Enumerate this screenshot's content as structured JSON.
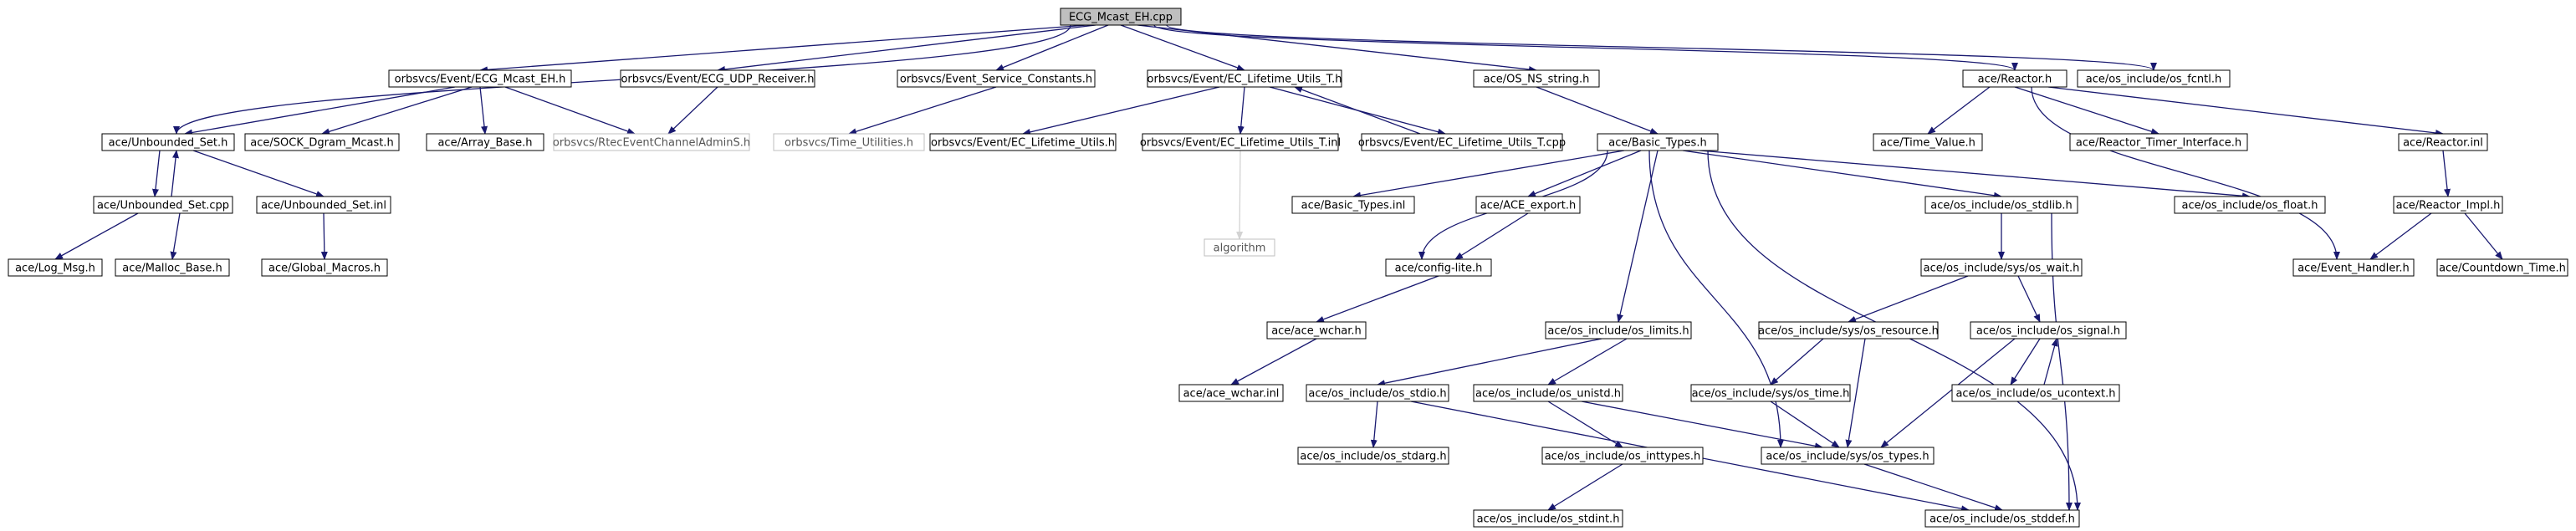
{
  "diagram": {
    "colors": {
      "edge": "#191970",
      "external_edge": "#d3d3d3",
      "root_fill": "#bfbfbf",
      "external_border": "#bfbfbf"
    },
    "nodes": {
      "ecg_mcast_eh_cpp": "ECG_Mcast_EH.cpp",
      "ecg_mcast_eh_h": "orbsvcs/Event/ECG_Mcast_EH.h",
      "ecg_udp_receiver_h": "orbsvcs/Event/ECG_UDP_Receiver.h",
      "event_service_constants_h": "orbsvcs/Event_Service_Constants.h",
      "ec_lifetime_utils_t_h": "orbsvcs/Event/EC_Lifetime_Utils_T.h",
      "os_ns_string_h": "ace/OS_NS_string.h",
      "reactor_h": "ace/Reactor.h",
      "os_fcntl_h": "ace/os_include/os_fcntl.h",
      "unbounded_set_h": "ace/Unbounded_Set.h",
      "sock_dgram_mcast_h": "ace/SOCK_Dgram_Mcast.h",
      "array_base_h": "ace/Array_Base.h",
      "rtec_event_channel_admin_s_h": "orbsvcs/RtecEventChannelAdminS.h",
      "time_utilities_h": "orbsvcs/Time_Utilities.h",
      "ec_lifetime_utils_h": "orbsvcs/Event/EC_Lifetime_Utils.h",
      "ec_lifetime_utils_t_inl": "orbsvcs/Event/EC_Lifetime_Utils_T.inl",
      "ec_lifetime_utils_t_cpp": "orbsvcs/Event/EC_Lifetime_Utils_T.cpp",
      "basic_types_h": "ace/Basic_Types.h",
      "time_value_h": "ace/Time_Value.h",
      "reactor_timer_interface_h": "ace/Reactor_Timer_Interface.h",
      "reactor_inl": "ace/Reactor.inl",
      "unbounded_set_cpp": "ace/Unbounded_Set.cpp",
      "unbounded_set_inl": "ace/Unbounded_Set.inl",
      "algorithm": "algorithm",
      "basic_types_inl": "ace/Basic_Types.inl",
      "ace_export_h": "ace/ACE_export.h",
      "os_stdlib_h": "ace/os_include/os_stdlib.h",
      "os_float_h": "ace/os_include/os_float.h",
      "reactor_impl_h": "ace/Reactor_Impl.h",
      "log_msg_h": "ace/Log_Msg.h",
      "malloc_base_h": "ace/Malloc_Base.h",
      "global_macros_h": "ace/Global_Macros.h",
      "config_lite_h": "ace/config-lite.h",
      "os_wait_h": "ace/os_include/sys/os_wait.h",
      "event_handler_h": "ace/Event_Handler.h",
      "countdown_time_h": "ace/Countdown_Time.h",
      "ace_wchar_h": "ace/ace_wchar.h",
      "os_limits_h": "ace/os_include/os_limits.h",
      "os_resource_h": "ace/os_include/sys/os_resource.h",
      "os_signal_h": "ace/os_include/os_signal.h",
      "ace_wchar_inl": "ace/ace_wchar.inl",
      "os_stdio_h": "ace/os_include/os_stdio.h",
      "os_unistd_h": "ace/os_include/os_unistd.h",
      "os_time_h": "ace/os_include/sys/os_time.h",
      "os_ucontext_h": "ace/os_include/os_ucontext.h",
      "os_stdarg_h": "ace/os_include/os_stdarg.h",
      "os_inttypes_h": "ace/os_include/os_inttypes.h",
      "os_types_h": "ace/os_include/sys/os_types.h",
      "os_stdint_h": "ace/os_include/os_stdint.h",
      "os_stddef_h": "ace/os_include/os_stddef.h"
    }
  }
}
